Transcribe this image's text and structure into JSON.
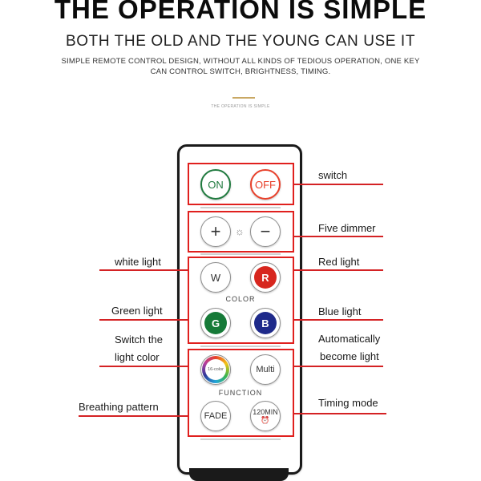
{
  "header": {
    "title": "THE OPERATION IS SIMPLE",
    "subtitle": "BOTH THE OLD AND THE YOUNG CAN USE IT",
    "description_line1": "SIMPLE REMOTE CONTROL DESIGN, WITHOUT ALL KINDS OF TEDIOUS OPERATION, ONE KEY",
    "description_line2": "CAN CONTROL SWITCH, BRIGHTNESS, TIMING.",
    "small_caption": "THE OPERATION IS SIMPLE"
  },
  "remote": {
    "buttons": {
      "on": "ON",
      "off": "OFF",
      "plus": "+",
      "minus": "−",
      "white": "W",
      "red": "R",
      "green": "G",
      "blue": "B",
      "color16": "16-color",
      "multi": "Multi",
      "fade": "FADE",
      "timer": "120MIN"
    },
    "section_color": "COLOR",
    "section_function": "FUNCTION"
  },
  "callouts": {
    "switch": "switch",
    "five_dimmer": "Five dimmer",
    "white_light": "white light",
    "red_light": "Red light",
    "green_light": "Green light",
    "blue_light": "Blue light",
    "switch_color_line1": "Switch the",
    "switch_color_line2": "light color",
    "auto_line1": "Automatically",
    "auto_line2": "become light",
    "breathing": "Breathing pattern",
    "timing": "Timing mode"
  },
  "colors": {
    "callout_line": "#d42224",
    "box_border": "#e0201e",
    "on_green": "#1f7a3e",
    "off_red": "#e8402a",
    "accent_gold": "#c9a864"
  }
}
